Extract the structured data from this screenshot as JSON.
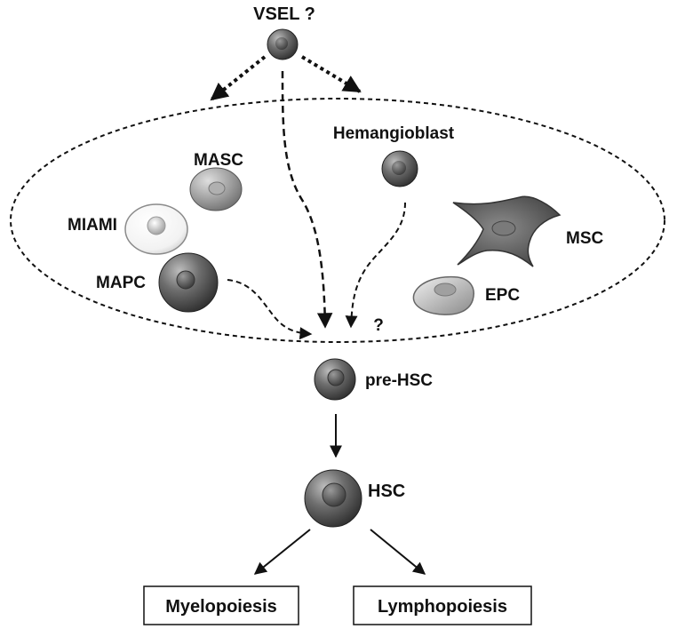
{
  "labels": {
    "vsel": "VSEL ?",
    "hemangioblast": "Hemangioblast",
    "masc": "MASC",
    "miami": "MIAMI",
    "mapc": "MAPC",
    "msc": "MSC",
    "epc": "EPC",
    "question": "?",
    "pre_hsc": "pre-HSC",
    "hsc": "HSC"
  },
  "boxes": {
    "myelopoiesis": "Myelopoiesis",
    "lymphopoiesis": "Lymphopoiesis"
  },
  "colors": {
    "ink": "#111111",
    "cell_dark": "#555555",
    "cell_mid": "#8a8a8a",
    "cell_light": "#f2f2f2"
  }
}
